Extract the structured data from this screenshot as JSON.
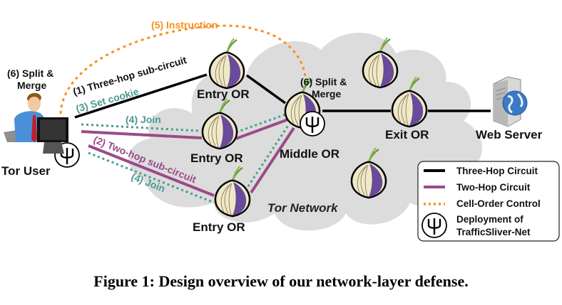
{
  "figure": {
    "caption": "Figure 1: Design overview of our network-layer defense.",
    "colors": {
      "three_hop": "#000000",
      "two_hop": "#9b4a8a",
      "join": "#4a9a90",
      "cell_order": "#f7901e",
      "cloud": "#dcdcdc",
      "onion_purple": "#6a4a9a",
      "onion_cream": "#efe9c7"
    },
    "nodes": {
      "tor_user": "Tor User",
      "entry_or_top": "Entry OR",
      "entry_or_mid": "Entry OR",
      "entry_or_bottom": "Entry OR",
      "middle_or": "Middle OR",
      "exit_or": "Exit OR",
      "web_server": "Web Server",
      "network": "Tor  Network"
    },
    "annotations": {
      "instruction": "(5) Instruction",
      "split_merge_user_1": "(6) Split &",
      "split_merge_user_2": "Merge",
      "split_merge_middle_1": "(6) Split &",
      "split_merge_middle_2": "Merge",
      "three_hop_sub": "(1) Three-hop sub-circuit",
      "set_cookie": "(3) Set cookie",
      "join_top": "(4) Join",
      "two_hop_sub": "(2) Two-hop sub-circuit",
      "join_bottom": "(4) Join"
    },
    "legend": [
      {
        "kind": "three-hop",
        "label": "Three-Hop Circuit"
      },
      {
        "kind": "two-hop",
        "label": "Two-Hop Circuit"
      },
      {
        "kind": "cell-order",
        "label": "Cell-Order Control"
      },
      {
        "kind": "deployment",
        "label_1": "Deployment of",
        "label_2": "TrafficSliver-Net"
      }
    ]
  }
}
